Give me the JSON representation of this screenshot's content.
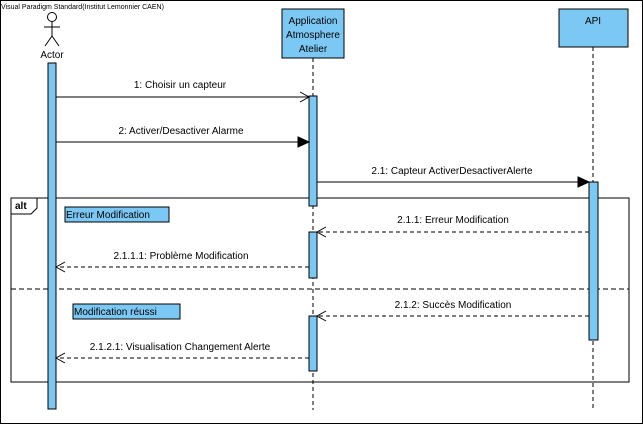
{
  "watermark": "Visual Paradigm Standard(Institut Lemonnier CAEN)",
  "colors": {
    "lifeline_fill": "#7cc8f4",
    "note_fill": "#7cc8f4",
    "line": "#000000"
  },
  "participants": {
    "actor": {
      "label": "Actor"
    },
    "app": {
      "label_lines": [
        "Application",
        "Atmosphere",
        "Atelier"
      ]
    },
    "api": {
      "label": "API"
    }
  },
  "messages": [
    {
      "id": "m1",
      "label": "1: Choisir un capteur",
      "from": "actor",
      "to": "app",
      "kind": "async"
    },
    {
      "id": "m2",
      "label": "2: Activer/Desactiver Alarme",
      "from": "actor",
      "to": "app",
      "kind": "sync"
    },
    {
      "id": "m3",
      "label": "2.1: Capteur ActiverDesactiverAlerte",
      "from": "app",
      "to": "api",
      "kind": "sync"
    },
    {
      "id": "m4",
      "label": "2.1.1: Erreur Modification",
      "from": "api",
      "to": "app",
      "kind": "return"
    },
    {
      "id": "m5",
      "label": "2.1.1.1: Problème Modification",
      "from": "app",
      "to": "actor",
      "kind": "return"
    },
    {
      "id": "m6",
      "label": "2.1.2: Succès Modification",
      "from": "api",
      "to": "app",
      "kind": "return"
    },
    {
      "id": "m7",
      "label": "2.1.2.1: Visualisation Changement Alerte",
      "from": "app",
      "to": "actor",
      "kind": "return"
    }
  ],
  "fragment": {
    "operator": "alt",
    "guards": [
      "Erreur Modification",
      "Modification réussi"
    ]
  }
}
